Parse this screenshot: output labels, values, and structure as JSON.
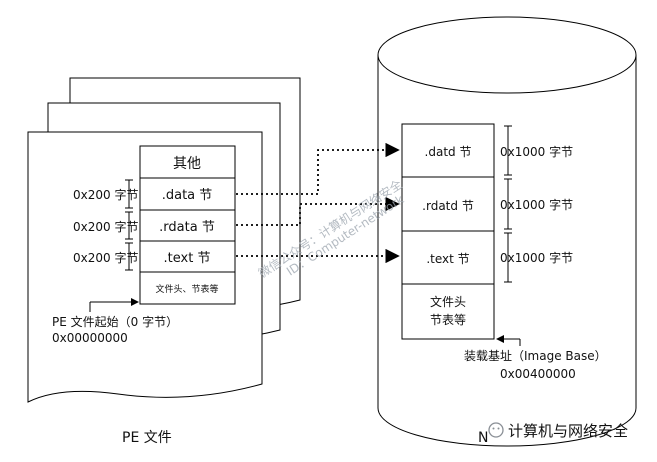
{
  "pe_file": {
    "sections": {
      "other": "其他",
      "data": ".data 节",
      "rdata": ".rdata 节",
      "text": ".text 节",
      "header": "文件头、节表等"
    },
    "sizes": [
      "0x200 字节",
      "0x200 字节",
      "0x200 字节"
    ],
    "start_label": "PE 文件起始（0 字节）",
    "start_addr": "0x00000000",
    "caption": "PE 文件"
  },
  "memory": {
    "sections": {
      "data": ".datd 节",
      "rdata": ".rdatd 节",
      "text": ".text 节",
      "header_line1": "文件头",
      "header_line2": "节表等"
    },
    "sizes": [
      "0x1000 字节",
      "0x1000 字节",
      "0x1000 字节"
    ],
    "base_label": "装载基址（Image Base）",
    "base_addr": "0x00400000",
    "caption_partial": "N"
  },
  "watermark": {
    "line1": "微信公众号：计算机与网络安全",
    "line2": "ID：Computer-network",
    "footer": "计算机与网络安全"
  }
}
